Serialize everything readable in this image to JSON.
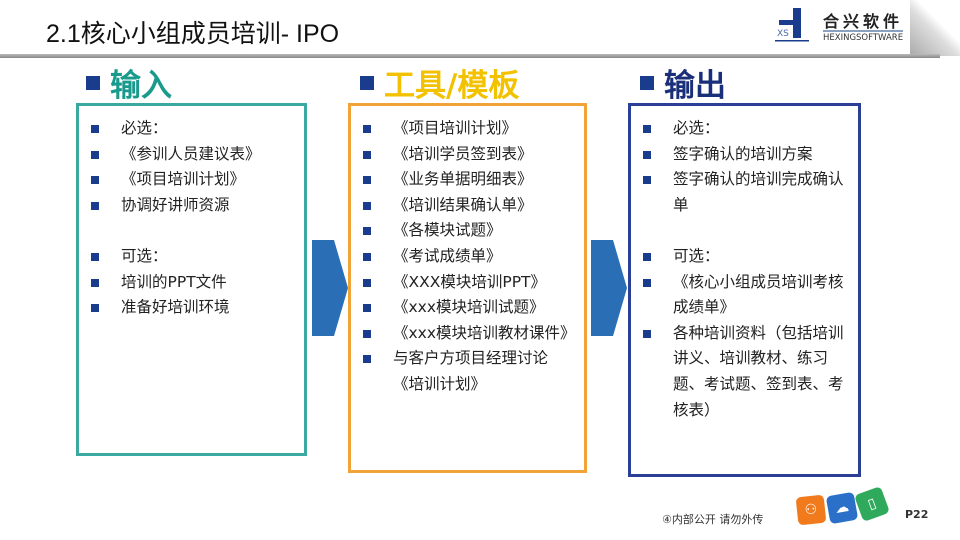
{
  "title": "2.1核心小组成员培训- IPO",
  "logo": {
    "cn": "合兴软件",
    "en": "HEXINGSOFTWARE"
  },
  "columns": [
    {
      "heading": "输入",
      "color": "#1a9a8c",
      "border": "#3aa9a0",
      "items": [
        "必选：",
        "《参训人员建议表》",
        "《项目培训计划》",
        "协调好讲师资源",
        "",
        "可选：",
        "培训的PPT文件",
        "准备好培训环境"
      ]
    },
    {
      "heading": "工具/模板",
      "color": "#f2c200",
      "border": "#f0a336",
      "items": [
        "《项目培训计划》",
        "《培训学员签到表》",
        "《业务单据明细表》",
        "《培训结果确认单》",
        "《各模块试题》",
        "《考试成绩单》",
        "《XXX模块培训PPT》",
        "《xxx模块培训试题》",
        "《xxx模块培训教材课件》",
        "与客户方项目经理讨论《培训计划》"
      ]
    },
    {
      "heading": "输出",
      "color": "#1a2f7a",
      "border": "#2b3f96",
      "items": [
        "必选：",
        "签字确认的培训方案",
        "签字确认的培训完成确认单",
        "",
        "可选：",
        "《核心小组成员培训考核成绩单》",
        "各种培训资料（包括培训讲义、培训教材、练习题、考试题、签到表、考核表）"
      ]
    }
  ],
  "footer": {
    "notice": "④内部公开 请勿外传",
    "page": "P22"
  },
  "arrow_color": "#2a6fb5"
}
